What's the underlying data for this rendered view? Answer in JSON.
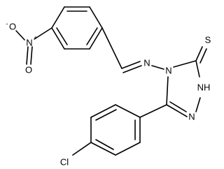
{
  "atoms": {
    "sulfur": "S",
    "imine_nitrogen": "N",
    "ring_nitrogen_4": "N",
    "ring_nh": "NH",
    "ring_nitrogen_2": "N",
    "nitro_nitrogen": "N",
    "nitro_oxygen_charged": "O",
    "nitro_oxygen": "O",
    "chlorine": "Cl"
  },
  "charges": {
    "nitro_nitrogen": "+",
    "nitro_oxygen_charged": "-"
  }
}
